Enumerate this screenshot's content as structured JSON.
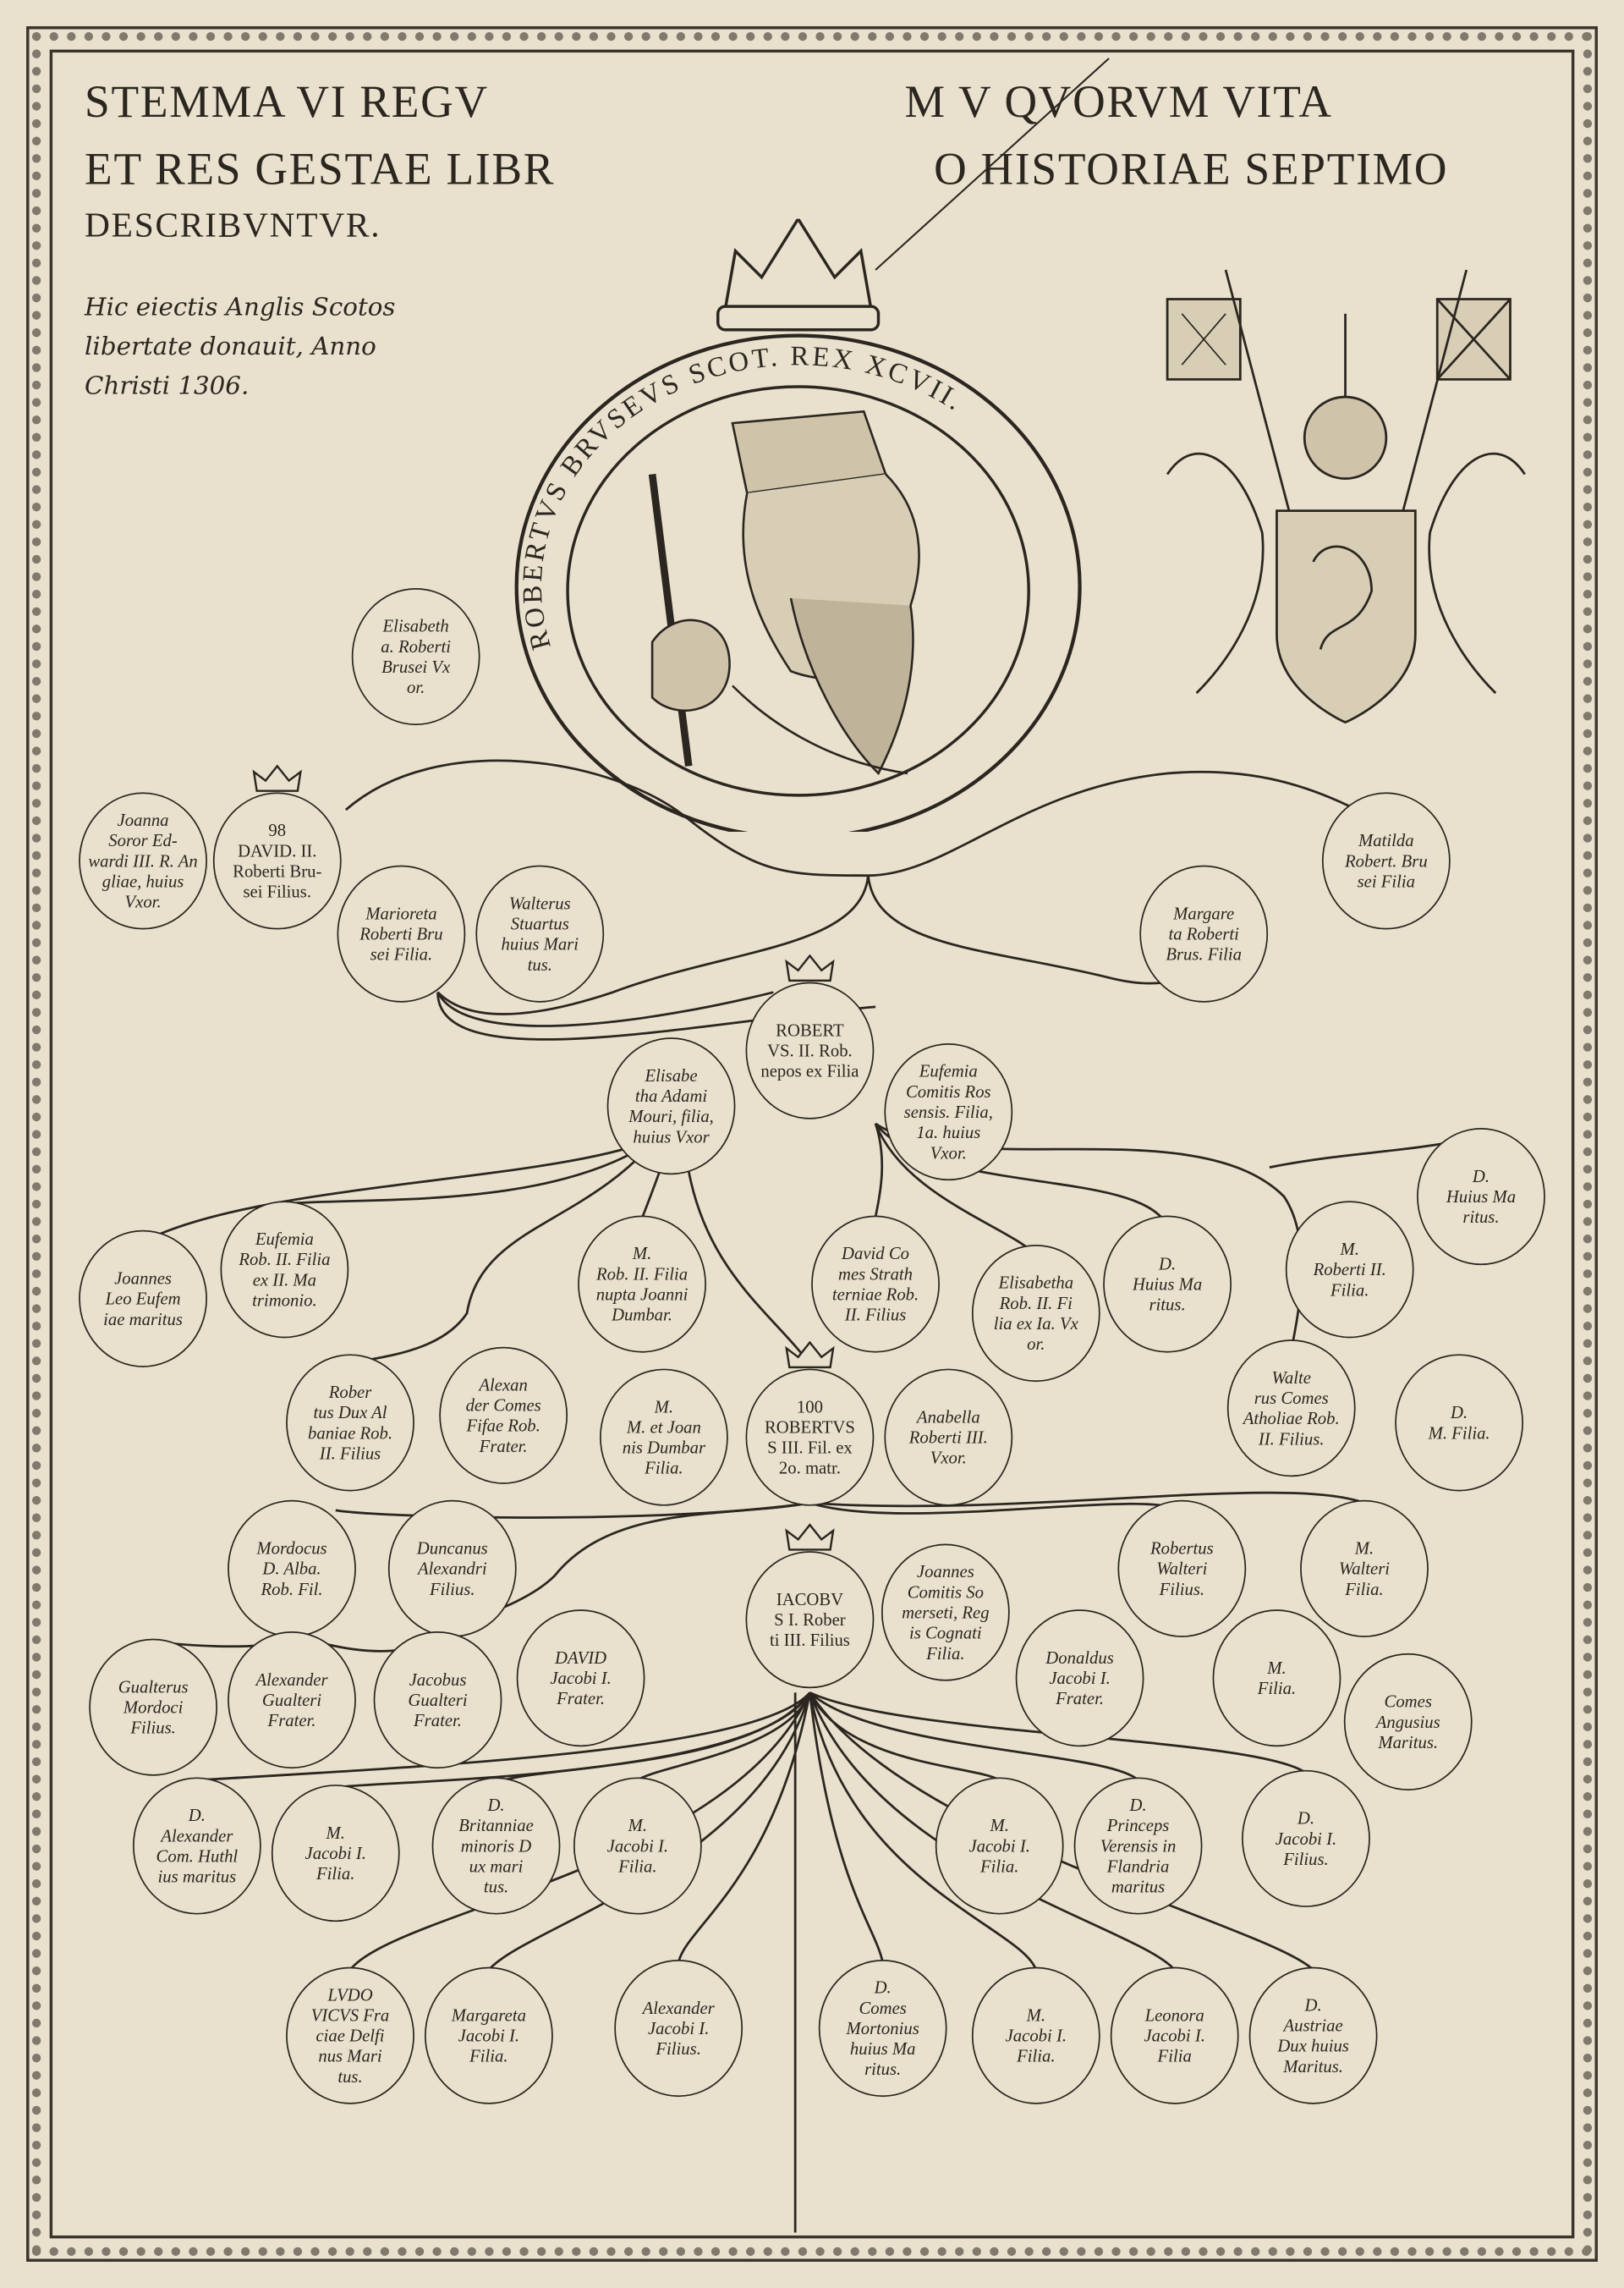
{
  "title": {
    "line1_left": "STEMMA VI REGV",
    "line1_right": "M V QVORVM VITA",
    "line2_left": "ET RES GESTAE LIBR",
    "line2_right": "O HISTORIAE SEPTIMO",
    "line3": "DESCRIBVNTVR."
  },
  "note": {
    "lines": [
      "Hic eiectis Anglis Scotos",
      "libertate donauit, Anno",
      "Christi 1306."
    ]
  },
  "medallion": {
    "legend": "ROBERTVS BRVSEVS SCOT. REX XCVII."
  },
  "colors": {
    "paper": "#e9e1cd",
    "ink": "#2b2620"
  },
  "nodes": [
    {
      "text": "Elisabeth\na. Roberti\nBrusei Vx\nor."
    },
    {
      "text": "Joanna\nSoror Ed-\nwardi III. R. An\ngliae, huius\nVxor."
    },
    {
      "text": "98\nDAVID. II.\nRoberti Bru-\nsei Filius."
    },
    {
      "text": "Marioreta\nRoberti Bru\nsei Filia."
    },
    {
      "text": "Walterus\nStuartus\nhuius Mari\ntus."
    },
    {
      "text": "Margare\nta Roberti\nBrus. Filia"
    },
    {
      "text": "Matilda\nRobert. Bru\nsei Filia"
    },
    {
      "text": "Elisabe\ntha Adami\nMouri, filia,\nhuius Vxor"
    },
    {
      "text": "ROBERT\nVS. II. Rob.\nnepos ex Filia"
    },
    {
      "text": "Eufemia\nComitis Ros\nsensis. Filia,\n1a. huius\nVxor."
    },
    {
      "text": "Joannes\nLeo Eufem\niae maritus"
    },
    {
      "text": "Eufemia\nRob. II. Filia\nex II. Ma\ntrimonio."
    },
    {
      "text": "M.\nRob. II. Filia\nnupta Joanni\nDumbar."
    },
    {
      "text": "David Co\nmes Strath\nterniae Rob.\nII. Filius"
    },
    {
      "text": "Elisabetha\nRob. II. Fi\nlia ex Ia. Vx\nor."
    },
    {
      "text": "D.\nHuius Ma\nritus."
    },
    {
      "text": "M.\nRoberti II.\nFilia."
    },
    {
      "text": "D.\nHuius Ma\nritus."
    },
    {
      "text": "Rober\ntus Dux Al\nbaniae Rob.\nII. Filius"
    },
    {
      "text": "Alexan\nder Comes\nFifae Rob.\nFrater."
    },
    {
      "text": "M.\nM. et Joan\nnis Dumbar\nFilia."
    },
    {
      "text": "100\nROBERTVS\nS III. Fil. ex\n2o. matr."
    },
    {
      "text": "Anabella\nRoberti III.\nVxor."
    },
    {
      "text": "Walte\nrus Comes\nAtholiae Rob.\nII. Filius."
    },
    {
      "text": "D.\nM. Filia."
    },
    {
      "text": "Mordocus\nD. Alba.\nRob. Fil."
    },
    {
      "text": "Duncanus\nAlexandri\nFilius."
    },
    {
      "text": "Robertus\nWalteri\nFilius."
    },
    {
      "text": "M.\nWalteri\nFilia."
    },
    {
      "text": "IACOBV\nS I. Rober\nti III. Filius"
    },
    {
      "text": "Joannes\nComitis So\nmerseti, Reg\nis Cognati\nFilia."
    },
    {
      "text": "DAVID\nJacobi I.\nFrater."
    },
    {
      "text": "Donaldus\nJacobi I.\nFrater."
    },
    {
      "text": "M.\nFilia."
    },
    {
      "text": "Comes\nAngusius\nMaritus."
    },
    {
      "text": "Gualterus\nMordoci\nFilius."
    },
    {
      "text": "Alexander\nGualteri\nFrater."
    },
    {
      "text": "Jacobus\nGualteri\nFrater."
    },
    {
      "text": "D.\nAlexander\nCom. Huthl\nius maritus"
    },
    {
      "text": "M.\nJacobi I.\nFilia."
    },
    {
      "text": "D.\nBritanniae\nminoris D\nux mari\ntus."
    },
    {
      "text": "M.\nJacobi I.\nFilia."
    },
    {
      "text": "M.\nJacobi I.\nFilia."
    },
    {
      "text": "D.\nPrinceps\nVerensis in\nFlandria\nmaritus"
    },
    {
      "text": "D.\nJacobi I.\nFilius."
    },
    {
      "text": "LVDO\nVICVS Fra\nciae Delfi\nnus Mari\ntus."
    },
    {
      "text": "Margareta\nJacobi I.\nFilia."
    },
    {
      "text": "Alexander\nJacobi I.\nFilius."
    },
    {
      "text": "D.\nComes\nMortonius\nhuius Ma\nritus."
    },
    {
      "text": "M.\nJacobi I.\nFilia."
    },
    {
      "text": "Leonora\nJacobi I.\nFilia"
    },
    {
      "text": "D.\nAustriae\nDux huius\nMaritus."
    }
  ]
}
